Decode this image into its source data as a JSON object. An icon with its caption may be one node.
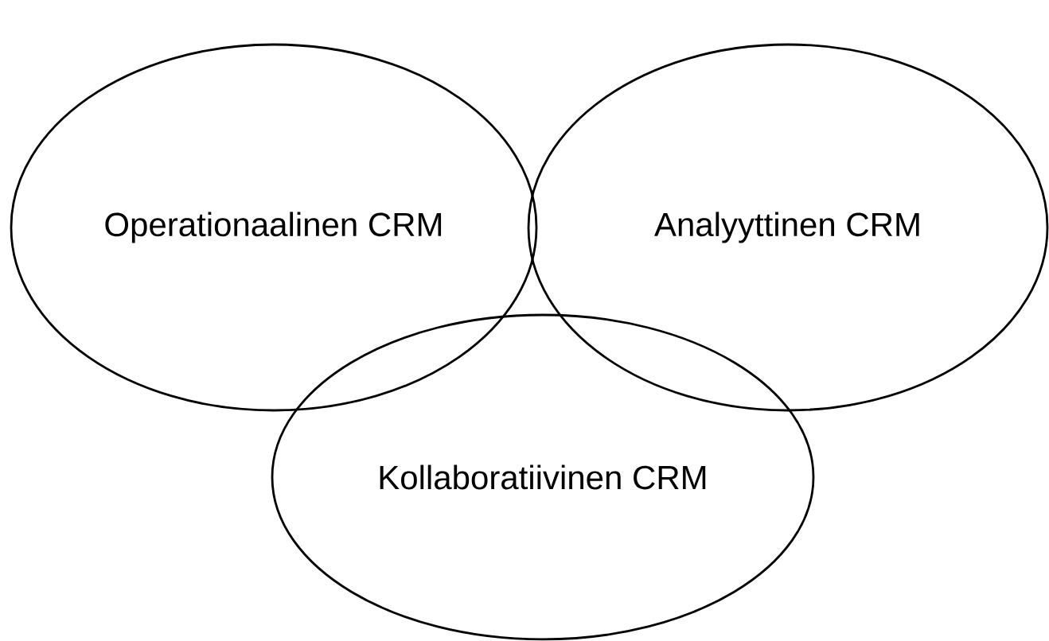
{
  "diagram": {
    "nodes": [
      {
        "text": [
          "Operationaalinen CRM"
        ]
      },
      {
        "text": [
          "Analyyttinen CRM"
        ]
      },
      {
        "text": [
          "Kollaboratiivinen CRM"
        ]
      }
    ]
  }
}
